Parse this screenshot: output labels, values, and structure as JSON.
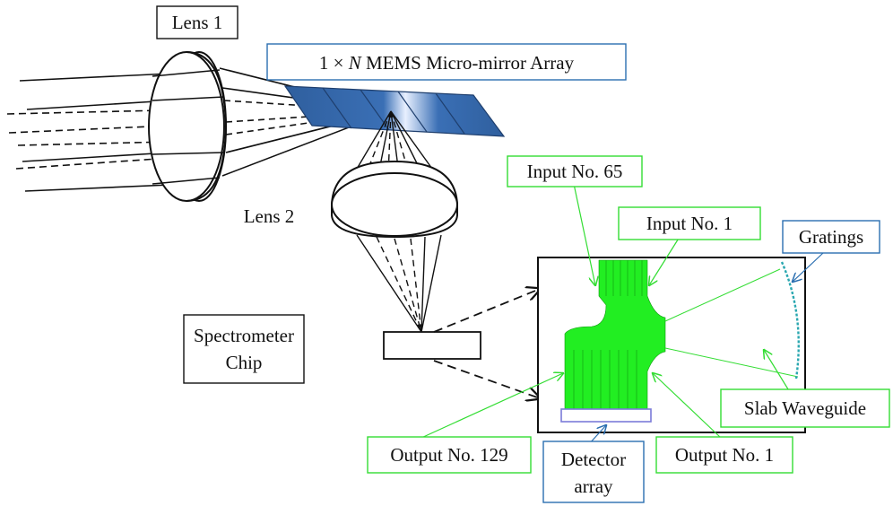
{
  "labels": {
    "lens1": "Lens 1",
    "lens2": "Lens 2",
    "mems_prefix": "1 × ",
    "mems_n": "N",
    "mems_suffix": " MEMS Micro-mirror Array",
    "spectrometer_line1": "Spectrometer",
    "spectrometer_line2": "Chip",
    "input65": "Input No. 65",
    "input1": "Input No. 1",
    "gratings": "Gratings",
    "slab": "Slab Waveguide",
    "output129": "Output No. 129",
    "detector_line1": "Detector",
    "detector_line2": "array",
    "output1": "Output No. 1"
  },
  "colors": {
    "green_callout": "#33dd33",
    "blue_callout": "#2a6eb0",
    "mirror_blue": "#2f5f9e",
    "waveguide_green": "#22ee22",
    "gratings_teal": "#2aa7b0",
    "detector_blue": "#7b7bd8"
  }
}
